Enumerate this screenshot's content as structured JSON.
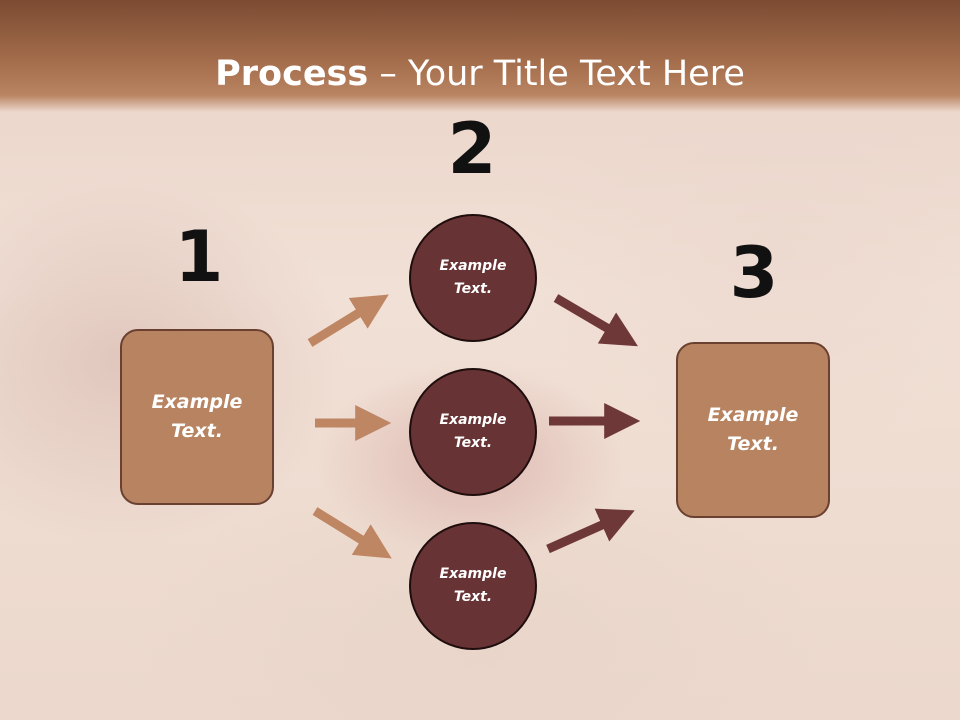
{
  "slide": {
    "title_bold": "Process",
    "title_rest": " – Your Title Text Here"
  },
  "steps": {
    "step1": {
      "number": "1",
      "text": "Example\nText."
    },
    "step2": {
      "number": "2"
    },
    "step3": {
      "number": "3",
      "text": "Example\nText."
    }
  },
  "circles": [
    {
      "text": "Example\nText."
    },
    {
      "text": "Example\nText."
    },
    {
      "text": "Example\nText."
    }
  ],
  "colors": {
    "header": "#a46d4c",
    "box_fill": "#b78360",
    "circle_fill": "#683334",
    "arrow_left": "#bf8663",
    "arrow_right": "#6e3738"
  }
}
